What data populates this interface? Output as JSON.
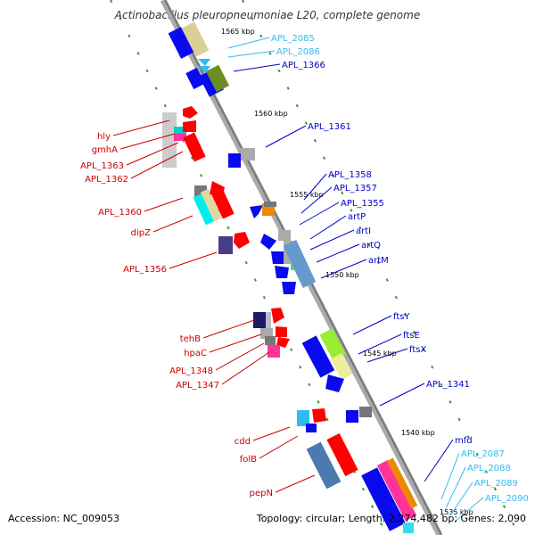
{
  "title": "Actinobacillus pleuropneumoniae L20, complete genome",
  "footer": {
    "accession": "Accession: NC_009053",
    "topology": "Topology: circular; Length: 2,274,482 bp; Genes: 2,090"
  },
  "colors": {
    "backbone": "#999999",
    "label_red": "#cc0000",
    "label_blue": "#0000cc",
    "label_cyan": "#33bbee",
    "ring_dash": "#339933"
  },
  "kbp_ticks": [
    "1565 kbp",
    "1560 kbp",
    "1555 kbp",
    "1550 kbp",
    "1545 kbp",
    "1540 kbp",
    "1535 kbp"
  ],
  "labels_left": [
    "hly",
    "gmhA",
    "APL_1363",
    "APL_1362",
    "APL_1360",
    "dipZ",
    "APL_1356",
    "tehB",
    "hpaC",
    "APL_1348",
    "APL_1347",
    "cdd",
    "folB",
    "pepN"
  ],
  "labels_right": [
    "APL_2085",
    "APL_2086",
    "APL_1366",
    "APL_1361",
    "APL_1358",
    "APL_1357",
    "APL_1355",
    "artP",
    "artI",
    "artQ",
    "artM",
    "ftsY",
    "ftsE",
    "ftsX",
    "APL_1341",
    "mfd",
    "APL_2087",
    "APL_2088",
    "APL_2089",
    "APL_2090"
  ]
}
